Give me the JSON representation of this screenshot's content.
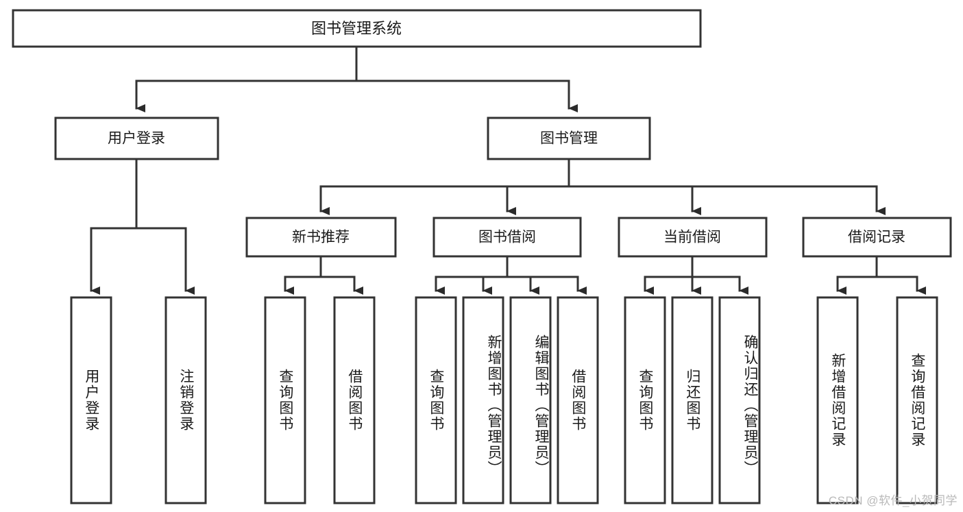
{
  "diagram": {
    "title": "图书管理系统",
    "type": "tree-hierarchy",
    "root": {
      "label": "图书管理系统"
    },
    "level1": [
      {
        "label": "用户登录"
      },
      {
        "label": "图书管理"
      }
    ],
    "level2": [
      {
        "label": "新书推荐"
      },
      {
        "label": "图书借阅"
      },
      {
        "label": "当前借阅"
      },
      {
        "label": "借阅记录"
      }
    ],
    "leaves": {
      "user_login": [
        {
          "label": "用户登录"
        },
        {
          "label": "注销登录"
        }
      ],
      "new_book_recommend": [
        {
          "label": "查询图书"
        },
        {
          "label": "借阅图书"
        }
      ],
      "book_borrow": [
        {
          "label": "查询图书"
        },
        {
          "label": "新增图书（管理员）"
        },
        {
          "label": "编辑图书（管理员）"
        },
        {
          "label": "借阅图书"
        }
      ],
      "current_borrow": [
        {
          "label": "查询图书"
        },
        {
          "label": "归还图书"
        },
        {
          "label": "确认归还（管理员）"
        }
      ],
      "borrow_record": [
        {
          "label": "新增借阅记录"
        },
        {
          "label": "查询借阅记录"
        }
      ]
    }
  },
  "watermark": {
    "text": "CSDN @软件_小贺同学"
  },
  "colors": {
    "background": "#ffffff",
    "box_fill": "#ffffff",
    "box_stroke": "#333333",
    "text": "#1a1a1a",
    "watermark": "#b9b9b9"
  }
}
